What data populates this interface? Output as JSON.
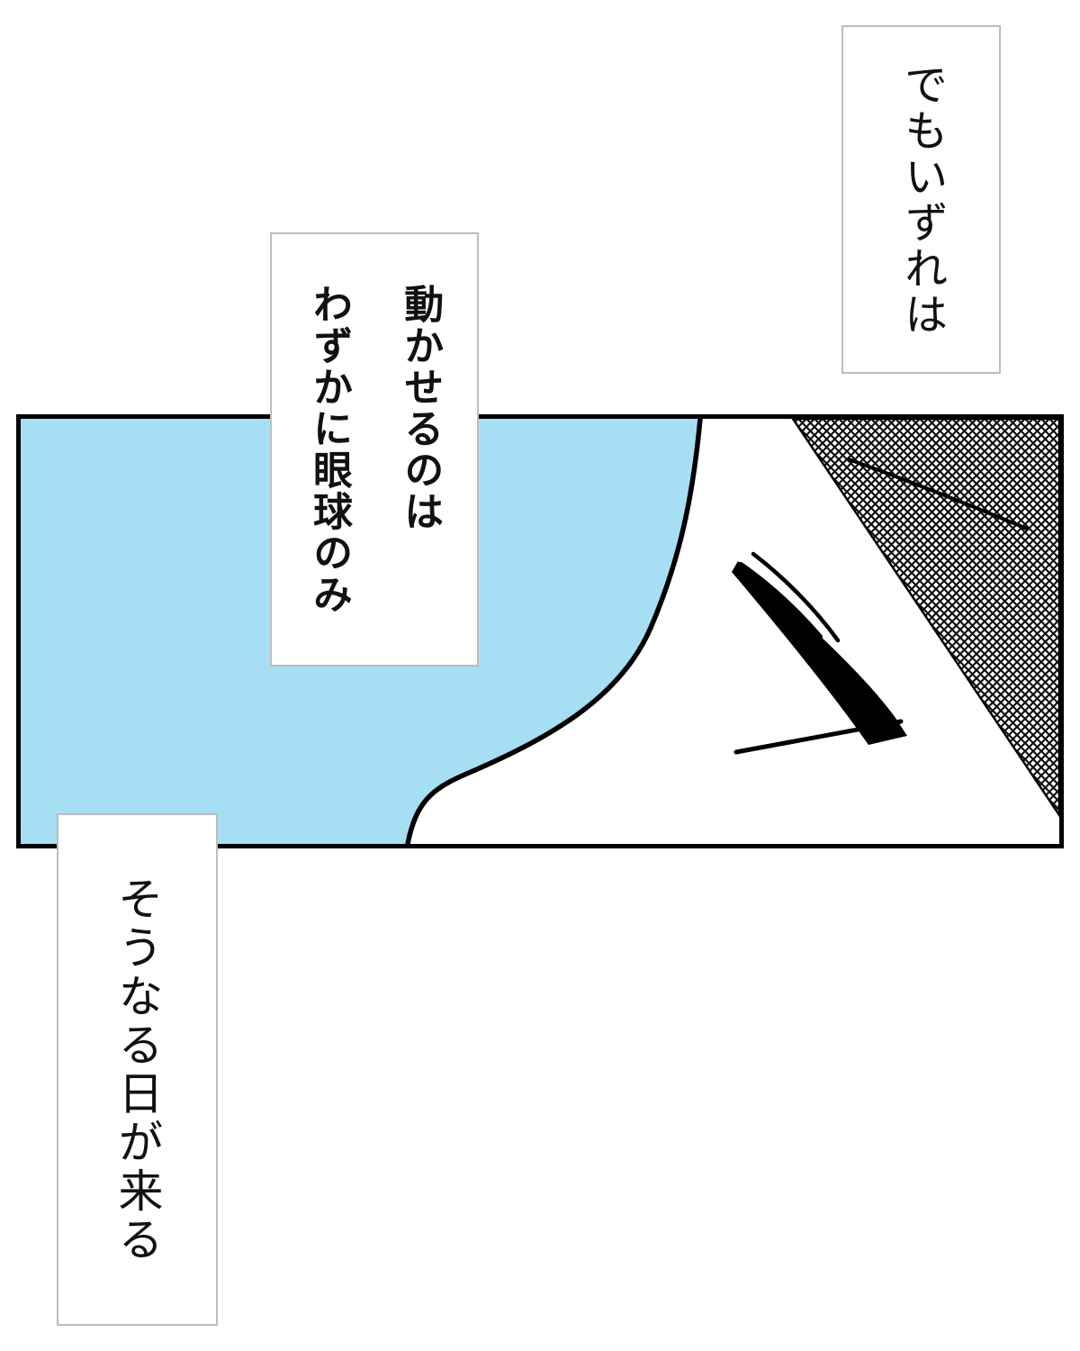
{
  "page": {
    "background_color": "#ffffff"
  },
  "panel": {
    "background_color": "#a6dff4",
    "border_color": "#000000",
    "art_description": "Close-up profile of a face with a closed eye and heavy lashes; screentoned hair fills the upper right corner of the panel"
  },
  "bubbles": [
    {
      "id": "bubble-top-right",
      "text": "でもいずれは",
      "style": "regular"
    },
    {
      "id": "bubble-mid-left",
      "text": "動かせるのは\nわずかに眼球のみ",
      "style": "bold"
    },
    {
      "id": "bubble-bottom-left",
      "text": "そうなる日が来る",
      "style": "regular"
    }
  ]
}
